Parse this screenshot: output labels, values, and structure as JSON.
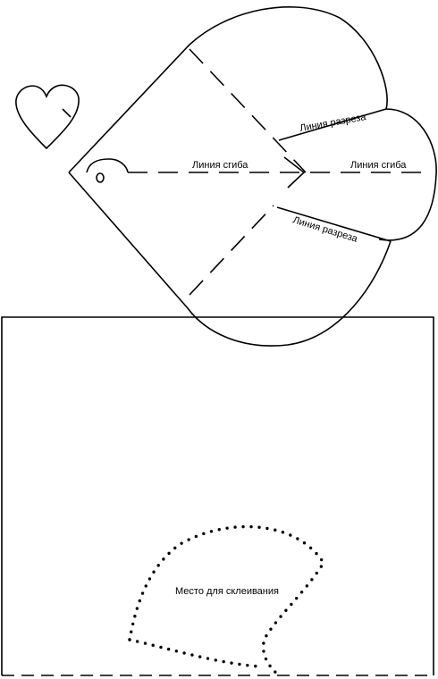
{
  "labels": {
    "fold_line_left": "Линия сгиба",
    "fold_line_right": "Линия сгиба",
    "cut_line_top": "Линия разреза",
    "cut_line_bottom": "Линия разреза",
    "glue_area": "Место для склеивания"
  },
  "colors": {
    "stroke": "#000000",
    "background": "#ffffff"
  }
}
